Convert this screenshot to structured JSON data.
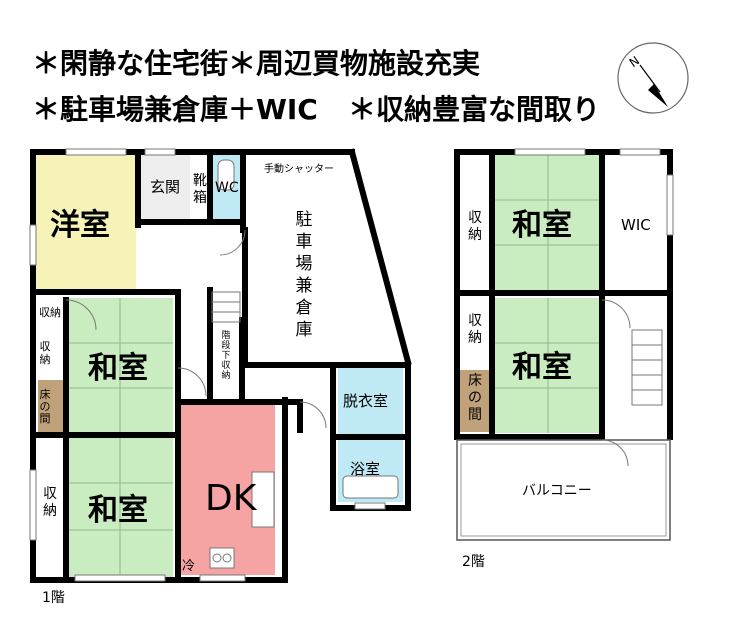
{
  "headline": {
    "line1": "＊閑静な住宅街＊周辺買物施設充実",
    "line2a": "＊駐車場兼倉庫＋WIC",
    "line2b": "＊収納豊富な間取り"
  },
  "compass": {
    "north_label": "N"
  },
  "colors": {
    "western_room": "#f7f3b8",
    "tatami": "#c9edc0",
    "dk": "#f5a3a3",
    "wet": "#bfe9f4",
    "tokonoma": "#bfa17a",
    "wall": "#000000"
  },
  "floor1": {
    "label": "1階",
    "rooms": {
      "western": "洋室",
      "genkan": "玄関",
      "shoebox": "靴箱",
      "wc": "WC",
      "shutter": "手動シャッター",
      "garage": "駐車場兼倉庫",
      "storage_top": "収納",
      "storage_mid": "収納",
      "tokonoma": "床の間",
      "washitsu_upper": "和室",
      "stair_storage": "階段下収納",
      "dressing": "脱衣室",
      "bath": "浴室",
      "storage_lower": "収納",
      "washitsu_lower": "和室",
      "dk": "DK",
      "fridge": "冷"
    }
  },
  "floor2": {
    "label": "2階",
    "rooms": {
      "storage_top": "収納",
      "washitsu_top": "和室",
      "wic": "WIC",
      "storage_bottom": "収納",
      "washitsu_bottom": "和室",
      "tokonoma": "床の間",
      "balcony": "バルコニー"
    }
  }
}
